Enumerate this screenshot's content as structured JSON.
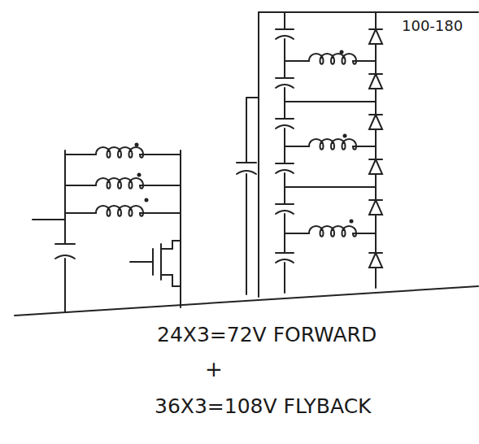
{
  "diagram": {
    "labels": [
      "100-180",
      "24X3=72V FORWARD",
      "+",
      "36X3=108V FLYBACK"
    ]
  }
}
